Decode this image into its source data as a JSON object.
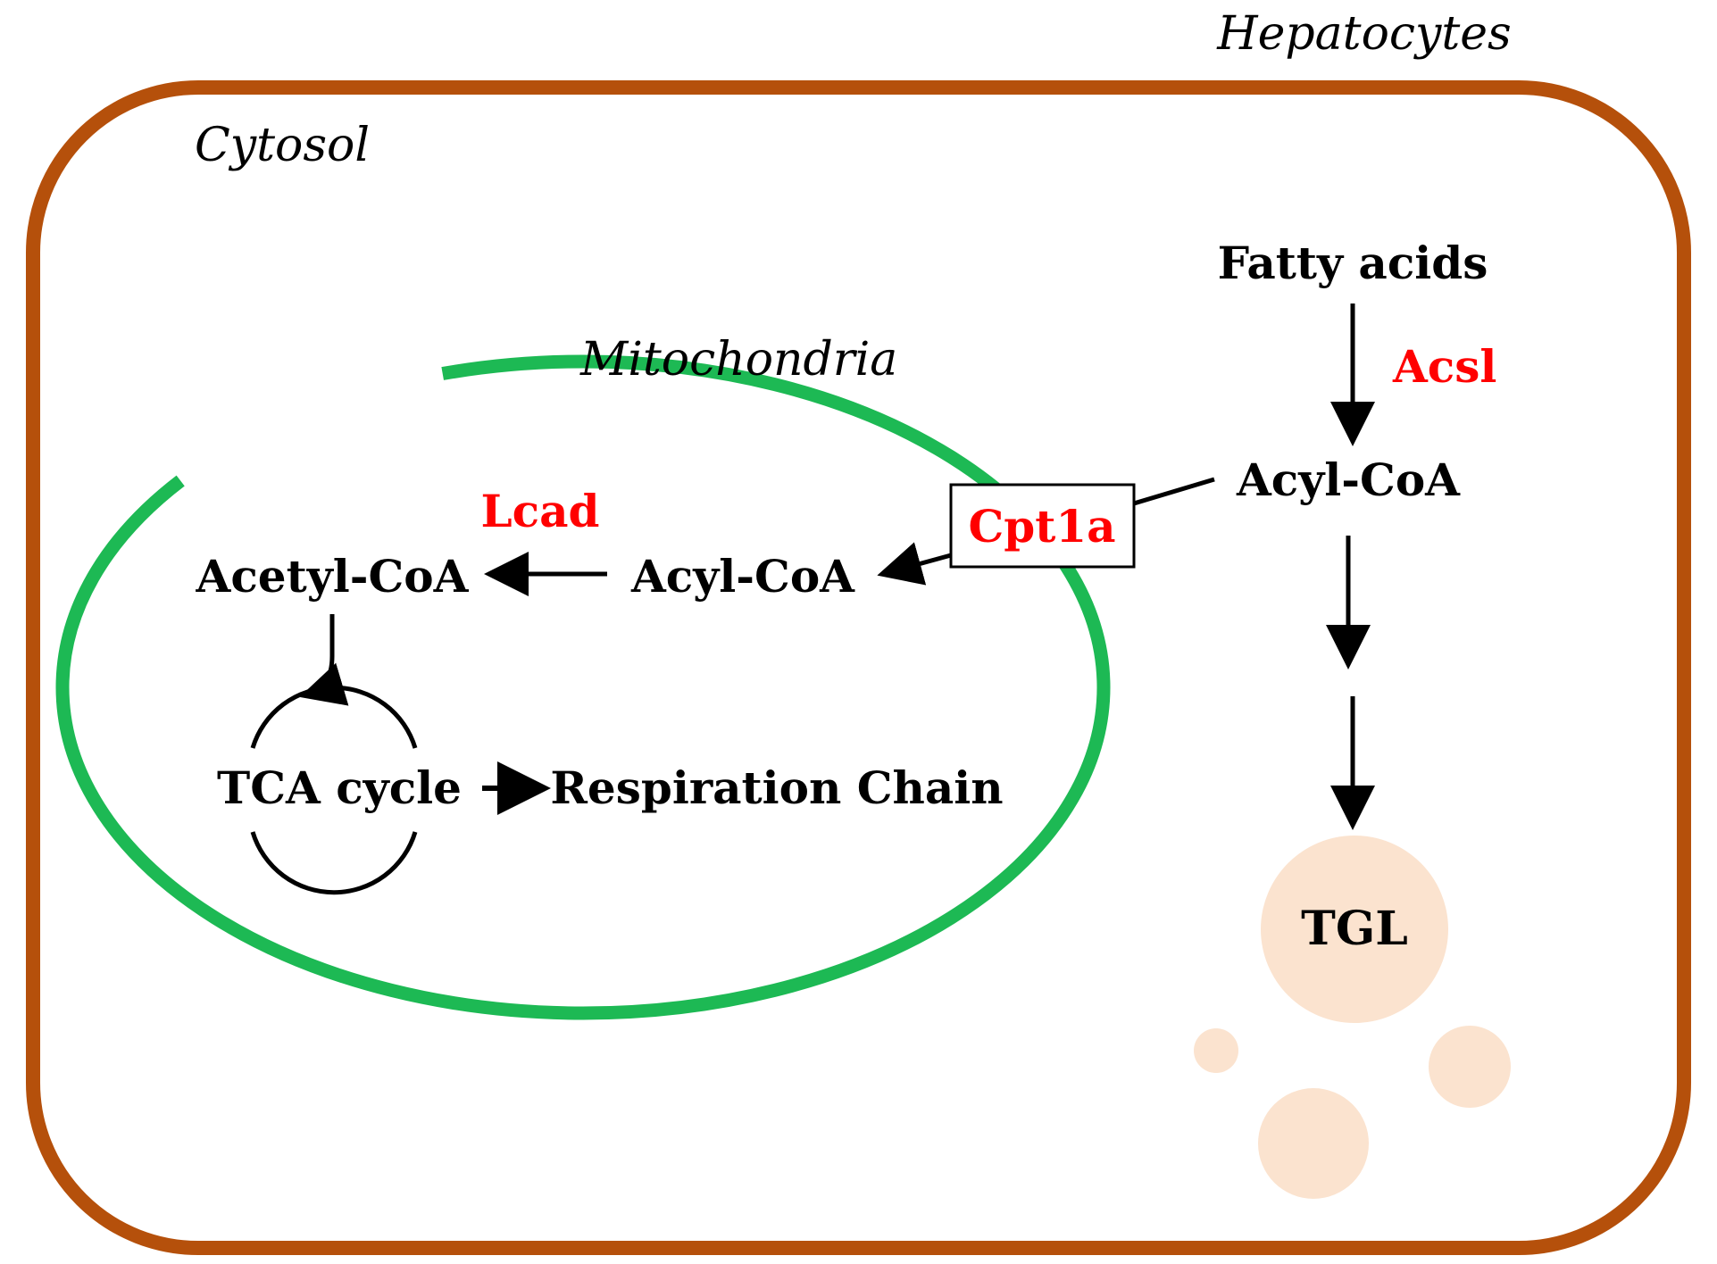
{
  "diagram": {
    "labels": {
      "hepatocytes": "Hepatocytes",
      "cytosol": "Cytosol",
      "mitochondria": "Mitochondria",
      "fatty_acids": "Fatty acids",
      "acsl": "Acsl",
      "acyl_coa_cytosol": "Acyl-CoA",
      "cpt1a": "Cpt1a",
      "lcad": "Lcad",
      "acetyl_coa": "Acetyl-CoA",
      "acyl_coa_mito": "Acyl-CoA",
      "tca_cycle": "TCA cycle",
      "respiration_chain": "Respiration Chain",
      "tgl": "TGL"
    },
    "colors": {
      "cell_membrane": "#b5500b",
      "mitochondria_membrane": "#1db954",
      "enzyme_text": "#ff0000",
      "text": "#000000",
      "lipid_droplet": "#fbe3cf"
    }
  }
}
